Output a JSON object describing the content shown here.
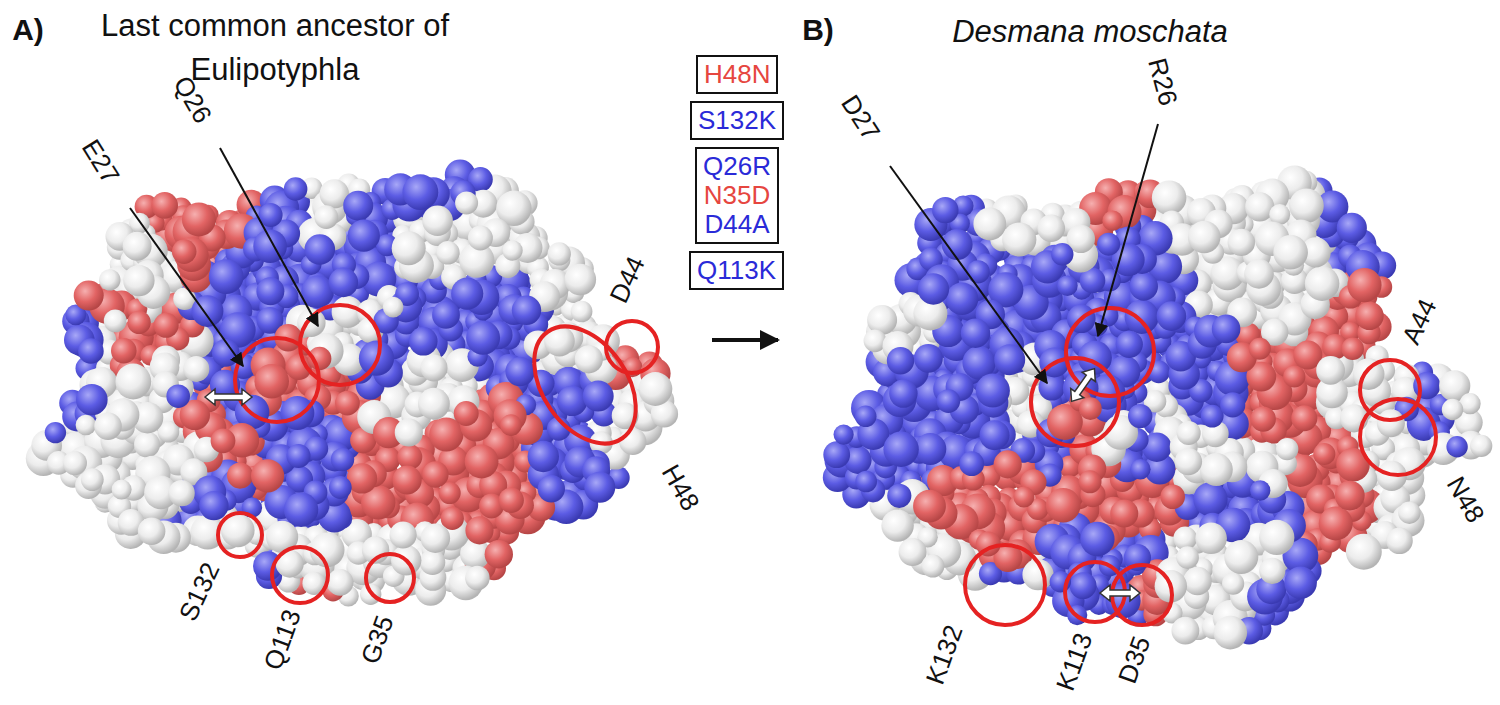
{
  "diagram": {
    "nodes": [
      {
        "text": [
          "H48N"
        ]
      },
      {
        "text": [
          "S132K"
        ]
      },
      {
        "text": [
          "Q26R",
          "N35D",
          "D44A"
        ]
      },
      {
        "text": [
          "Q113K"
        ]
      }
    ],
    "labels": [
      "A)",
      "Last common ancestor of Eulipotyphla",
      "B)",
      "Desmana moschata",
      "E27",
      "Q26",
      "D44",
      "H48",
      "S132",
      "Q113",
      "G35",
      "D27",
      "R26",
      "A44",
      "N48",
      "K132",
      "K113",
      "D35"
    ]
  }
}
